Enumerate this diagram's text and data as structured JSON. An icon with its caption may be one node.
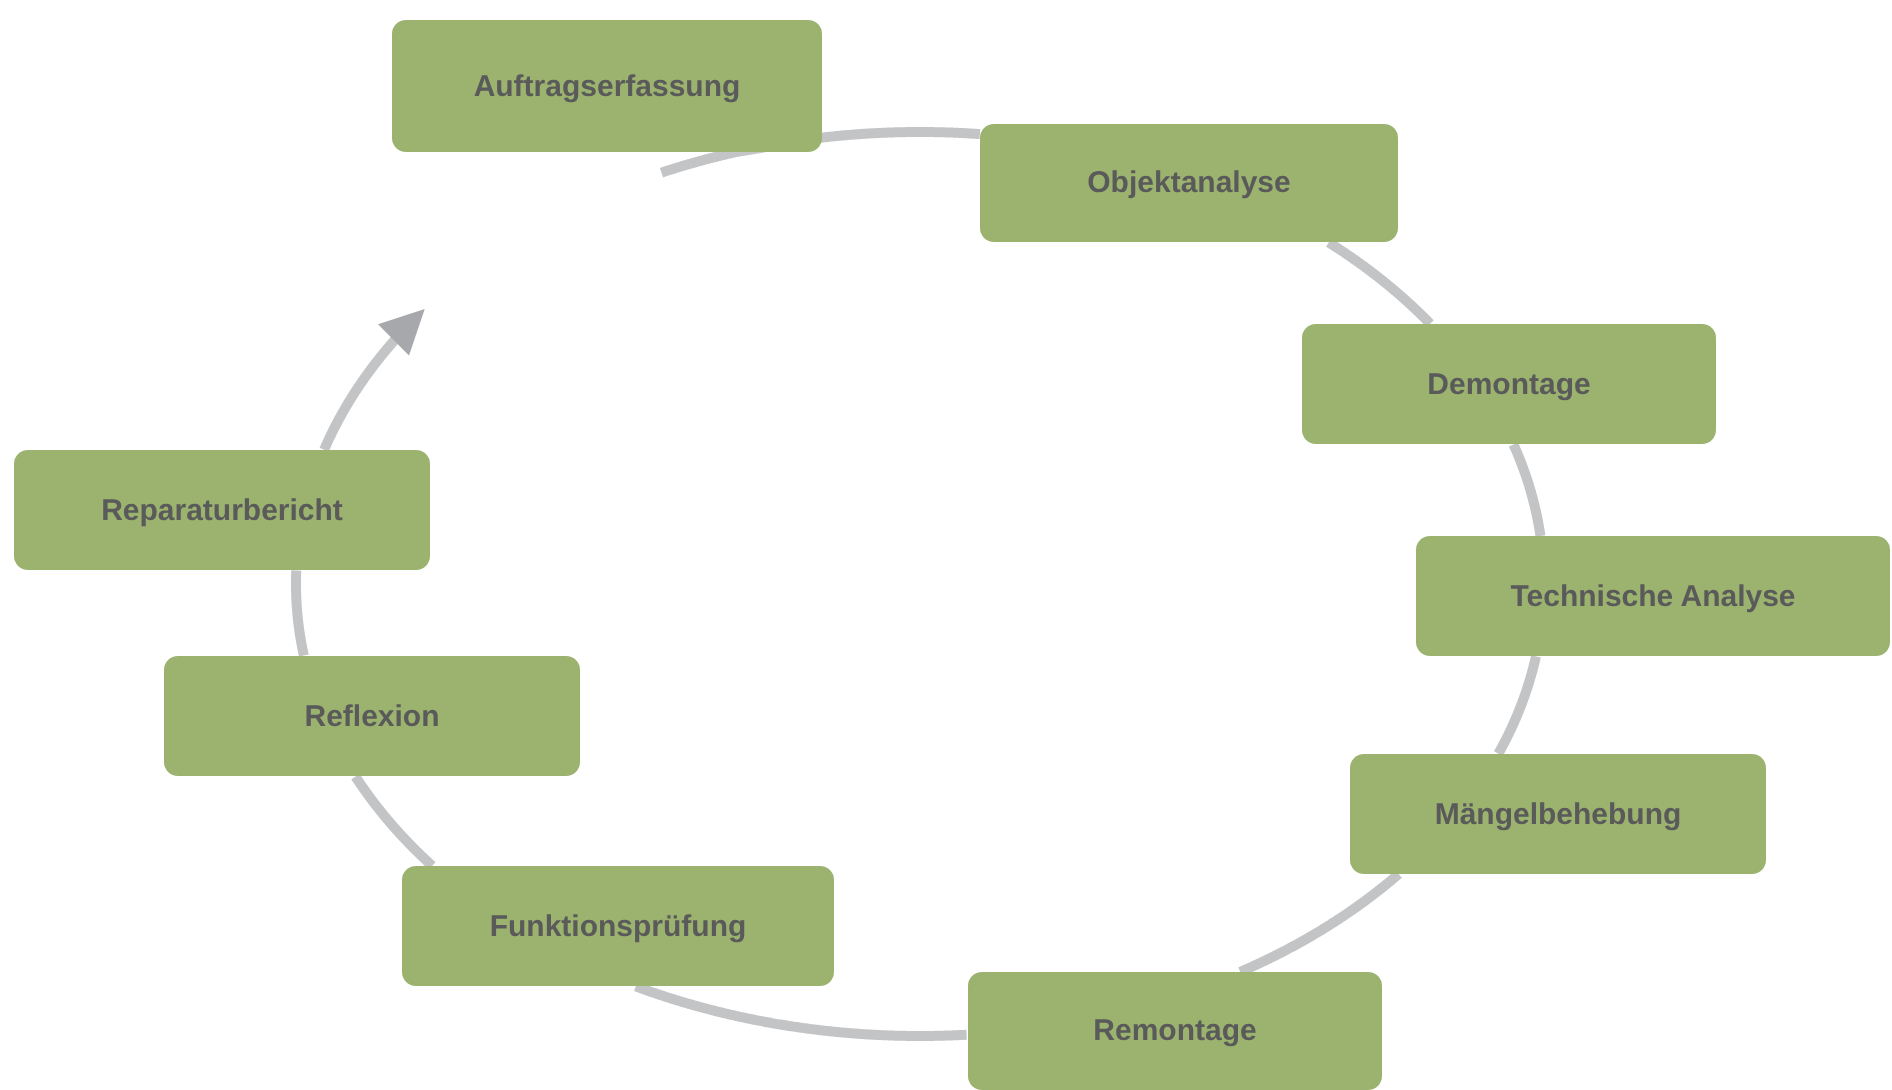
{
  "diagram": {
    "nodes": [
      {
        "text": [
          "Auftragserfassung"
        ]
      },
      {
        "text": [
          "Objektanalyse"
        ]
      },
      {
        "text": [
          "Demontage"
        ]
      },
      {
        "text": [
          "Technische Analyse"
        ]
      },
      {
        "text": [
          "Mängelbehebung"
        ]
      },
      {
        "text": [
          "Remontage"
        ]
      },
      {
        "text": [
          "Funktionsprüfung"
        ]
      },
      {
        "text": [
          "Reflexion"
        ]
      },
      {
        "text": [
          "Reparaturbericht"
        ]
      }
    ],
    "edges": [
      {
        "from": 0,
        "to": 1,
        "arrow": "none"
      },
      {
        "from": 1,
        "to": 2,
        "arrow": "none"
      },
      {
        "from": 2,
        "to": 3,
        "arrow": "none"
      },
      {
        "from": 3,
        "to": 4,
        "arrow": "none"
      },
      {
        "from": 4,
        "to": 5,
        "arrow": "none"
      },
      {
        "from": 5,
        "to": 6,
        "arrow": "none"
      },
      {
        "from": 6,
        "to": 7,
        "arrow": "none"
      },
      {
        "from": 7,
        "to": 8,
        "arrow": "none"
      },
      {
        "from": 8,
        "to": null,
        "arrow": "to"
      }
    ]
  }
}
